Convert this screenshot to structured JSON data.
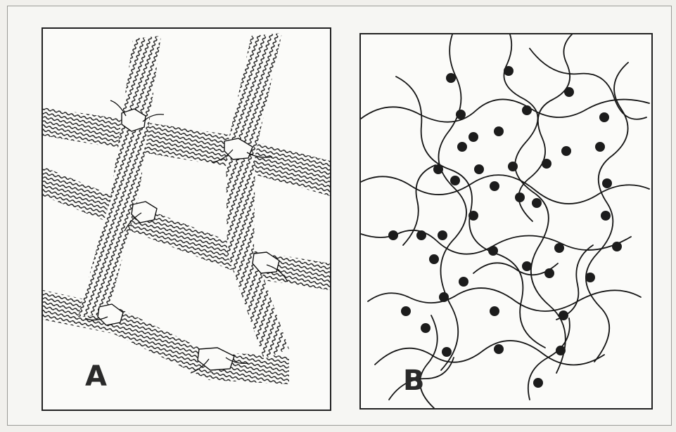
{
  "figure": {
    "panels": [
      {
        "id": "A",
        "label": "A"
      },
      {
        "id": "B",
        "label": "B"
      }
    ],
    "colors": {
      "ink": "#222222",
      "paper": "#fbfbf9",
      "background": "#f1f0ec"
    }
  }
}
